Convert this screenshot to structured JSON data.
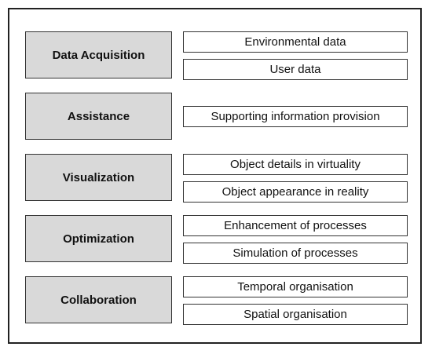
{
  "categories": [
    {
      "label": "Data Acquisition",
      "items": [
        "Environmental data",
        "User data"
      ]
    },
    {
      "label": "Assistance",
      "items": [
        "Supporting information provision"
      ]
    },
    {
      "label": "Visualization",
      "items": [
        "Object details in virtuality",
        "Object appearance in reality"
      ]
    },
    {
      "label": "Optimization",
      "items": [
        "Enhancement of processes",
        "Simulation of processes"
      ]
    },
    {
      "label": "Collaboration",
      "items": [
        "Temporal organisation",
        "Spatial organisation"
      ]
    }
  ]
}
